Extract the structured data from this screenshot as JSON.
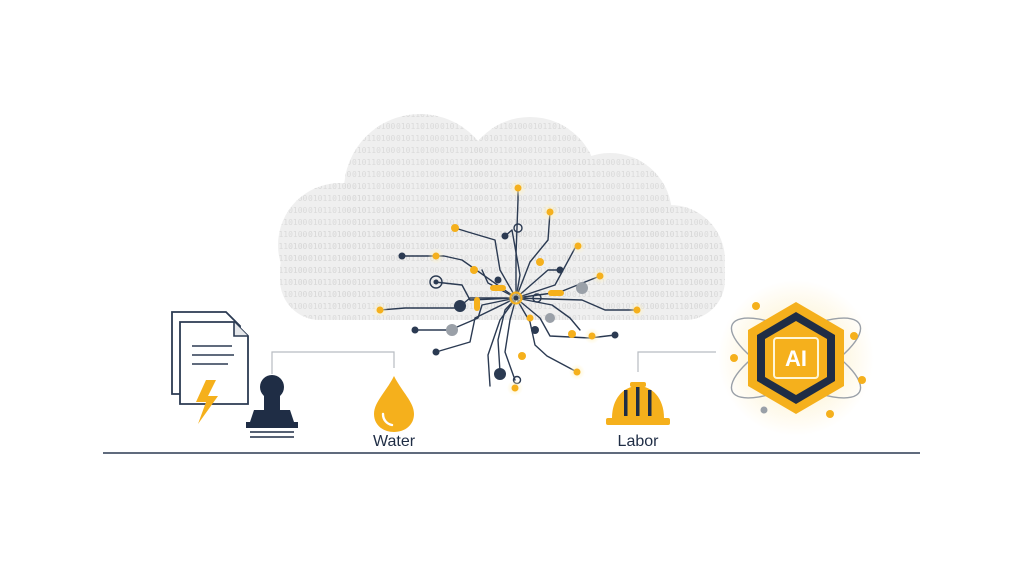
{
  "labels": {
    "water": "Water",
    "labor": "Labor",
    "ai_badge": "AI"
  },
  "icons": {
    "cloud": "cloud-binary-icon",
    "circuit": "circuit-network-icon",
    "documents": "documents-power-icon",
    "stamp": "stamp-icon",
    "water": "water-drop-icon",
    "labor": "hard-hat-icon",
    "ai": "ai-hexagon-badge-icon"
  },
  "colors": {
    "navy": "#1f2d45",
    "orange": "#f5b01c",
    "gray": "#9aa0a8",
    "cloud": "#efefef",
    "line": "#b8bcc2"
  }
}
